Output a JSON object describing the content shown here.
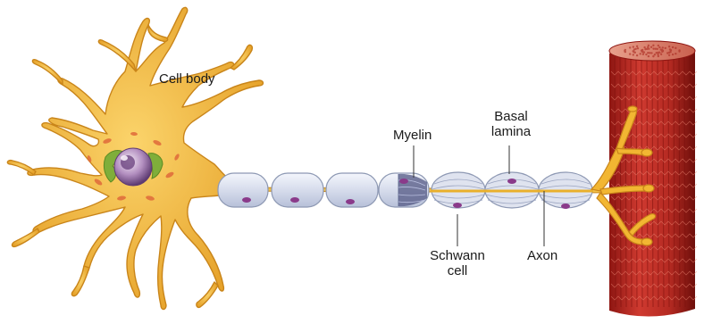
{
  "labels": {
    "cell_body": "Cell body",
    "myelin": "Myelin",
    "basal_lamina_1": "Basal",
    "basal_lamina_2": "lamina",
    "schwann_1": "Schwann",
    "schwann_2": "cell",
    "axon": "Axon"
  },
  "colors": {
    "neuron": "#f2b632",
    "neuron_edge": "#c9851a",
    "nucleus": "#8a6a9a",
    "nucleolus": "#4a2a5a",
    "er_green": "#7fae3a",
    "myelin_fill": "#dfe5f2",
    "myelin_edge": "#8d98b3",
    "schwann_nucleus": "#8a3a8a",
    "muscle": "#b9241f",
    "muscle_dark": "#7d1410"
  }
}
